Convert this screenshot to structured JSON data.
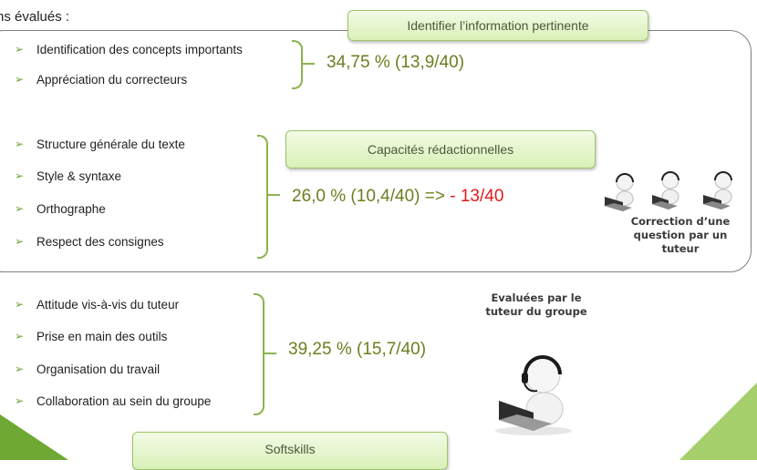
{
  "intro": "ns évalués :",
  "section1": {
    "label": "Identifier l’information pertinente",
    "items": [
      "Identification des concepts importants",
      "Appréciation du correcteurs"
    ],
    "score": "34,75 % (13,9/40)"
  },
  "section2": {
    "label": "Capacités rédactionnelles",
    "items": [
      "Structure générale du texte",
      "Style & syntaxe",
      "Orthographe",
      "Respect des consignes"
    ],
    "score_main": "26,0 % (10,4/40) =>",
    "score_penalty": "- 13/40",
    "caption": "Correction d’une question par un tuteur"
  },
  "section3": {
    "label": "Softskills",
    "items": [
      "Attitude vis-à-vis du tuteur",
      "Prise en main des outils",
      "Organisation du travail",
      "Collaboration au sein du groupe"
    ],
    "score": "39,25 % (15,7/40)",
    "caption": "Evaluées par le tuteur du groupe"
  },
  "colors": {
    "accent": "#8ab44e",
    "score": "#6b7f1f",
    "penalty": "#e21b1b",
    "corner": "#7fb33a"
  },
  "icons": {
    "bullet": "arrow-bullet-icon",
    "person": "headset-person-laptop-icon"
  }
}
